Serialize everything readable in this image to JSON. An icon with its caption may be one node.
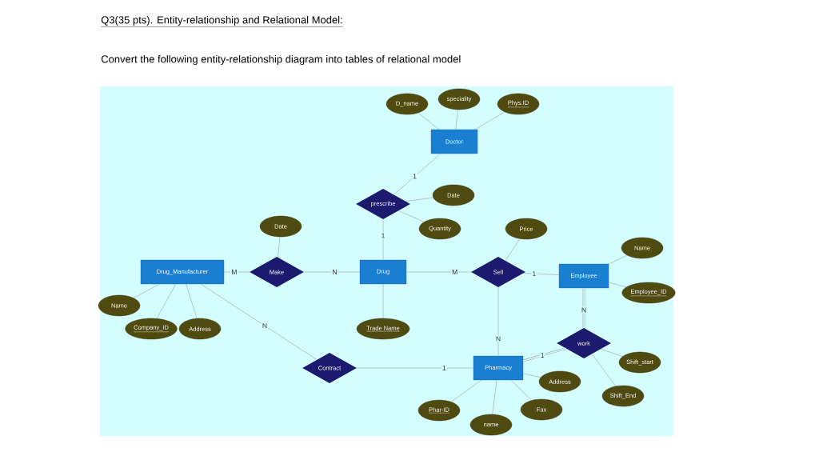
{
  "diagram": {
    "title": "Q3(35 pts). Entity-relationship and Relational Model:",
    "nodes": [
      {
        "text": [
          "Doctor"
        ]
      },
      {
        "text": [
          "D_name"
        ]
      },
      {
        "text": [
          "speciality"
        ]
      },
      {
        "text": [
          "Phys.ID"
        ]
      },
      {
        "text": [
          "prescribe"
        ]
      },
      {
        "text": [
          "Date"
        ]
      },
      {
        "text": [
          "Quantity"
        ]
      },
      {
        "text": [
          "Date"
        ]
      },
      {
        "text": [
          "Price"
        ]
      },
      {
        "text": [
          "Drug_Manufacturer"
        ]
      },
      {
        "text": [
          "Make"
        ]
      },
      {
        "text": [
          "Drug"
        ]
      },
      {
        "text": [
          "Sell"
        ]
      },
      {
        "text": [
          "Employee"
        ]
      },
      {
        "text": [
          "Name"
        ]
      },
      {
        "text": [
          "Employee_ID"
        ]
      },
      {
        "text": [
          "Name"
        ]
      },
      {
        "text": [
          "Company_ID"
        ]
      },
      {
        "text": [
          "Address"
        ]
      },
      {
        "text": [
          "Trade Name"
        ]
      },
      {
        "text": [
          "Contract"
        ]
      },
      {
        "text": [
          "Pharmacy"
        ]
      },
      {
        "text": [
          "work"
        ]
      },
      {
        "text": [
          "Shift_start"
        ]
      },
      {
        "text": [
          "Address"
        ]
      },
      {
        "text": [
          "Shift_End"
        ]
      },
      {
        "text": [
          "Phar-ID"
        ]
      },
      {
        "text": [
          "Fax"
        ]
      },
      {
        "text": [
          "name"
        ]
      }
    ],
    "edges": [
      {
        "from": 0,
        "to": 1,
        "arrow": "none"
      },
      {
        "from": 0,
        "to": 2,
        "arrow": "none"
      },
      {
        "from": 0,
        "to": 3,
        "arrow": "none"
      },
      {
        "from": 0,
        "to": 4,
        "arrow": "none",
        "label": "1"
      },
      {
        "from": 4,
        "to": 5,
        "arrow": "none"
      },
      {
        "from": 4,
        "to": 6,
        "arrow": "none"
      },
      {
        "from": 4,
        "to": 11,
        "arrow": "none",
        "label": "1"
      },
      {
        "from": 10,
        "to": 7,
        "arrow": "none"
      },
      {
        "from": 9,
        "to": 10,
        "arrow": "none",
        "label": "M"
      },
      {
        "from": 10,
        "to": 11,
        "arrow": "none",
        "label": "N"
      },
      {
        "from": 11,
        "to": 12,
        "arrow": "none",
        "label": "M"
      },
      {
        "from": 12,
        "to": 13,
        "arrow": "none",
        "label": "1"
      },
      {
        "from": 12,
        "to": 8,
        "arrow": "none"
      },
      {
        "from": 12,
        "to": 21,
        "arrow": "none",
        "label": "N"
      },
      {
        "from": 13,
        "to": 14,
        "arrow": "none"
      },
      {
        "from": 13,
        "to": 15,
        "arrow": "none"
      },
      {
        "from": 13,
        "to": 22,
        "arrow": "none",
        "label": "N",
        "style": "thick"
      },
      {
        "from": 21,
        "to": 22,
        "arrow": "none",
        "label": "1",
        "style": "thick"
      },
      {
        "from": 22,
        "to": 23,
        "arrow": "none"
      },
      {
        "from": 22,
        "to": 25,
        "arrow": "none"
      },
      {
        "from": 9,
        "to": 16,
        "arrow": "none"
      },
      {
        "from": 9,
        "to": 17,
        "arrow": "none"
      },
      {
        "from": 9,
        "to": 18,
        "arrow": "none"
      },
      {
        "from": 9,
        "to": 20,
        "arrow": "none",
        "label": "N"
      },
      {
        "from": 11,
        "to": 19,
        "arrow": "none"
      },
      {
        "from": 20,
        "to": 21,
        "arrow": "none",
        "label": "1"
      },
      {
        "from": 21,
        "to": 24,
        "arrow": "none"
      },
      {
        "from": 21,
        "to": 26,
        "arrow": "none"
      },
      {
        "from": 21,
        "to": 28,
        "arrow": "none"
      },
      {
        "from": 21,
        "to": 27,
        "arrow": "none"
      }
    ],
    "labels": [
      "Convert the following entity-relationship diagram into tables of relational model"
    ]
  }
}
